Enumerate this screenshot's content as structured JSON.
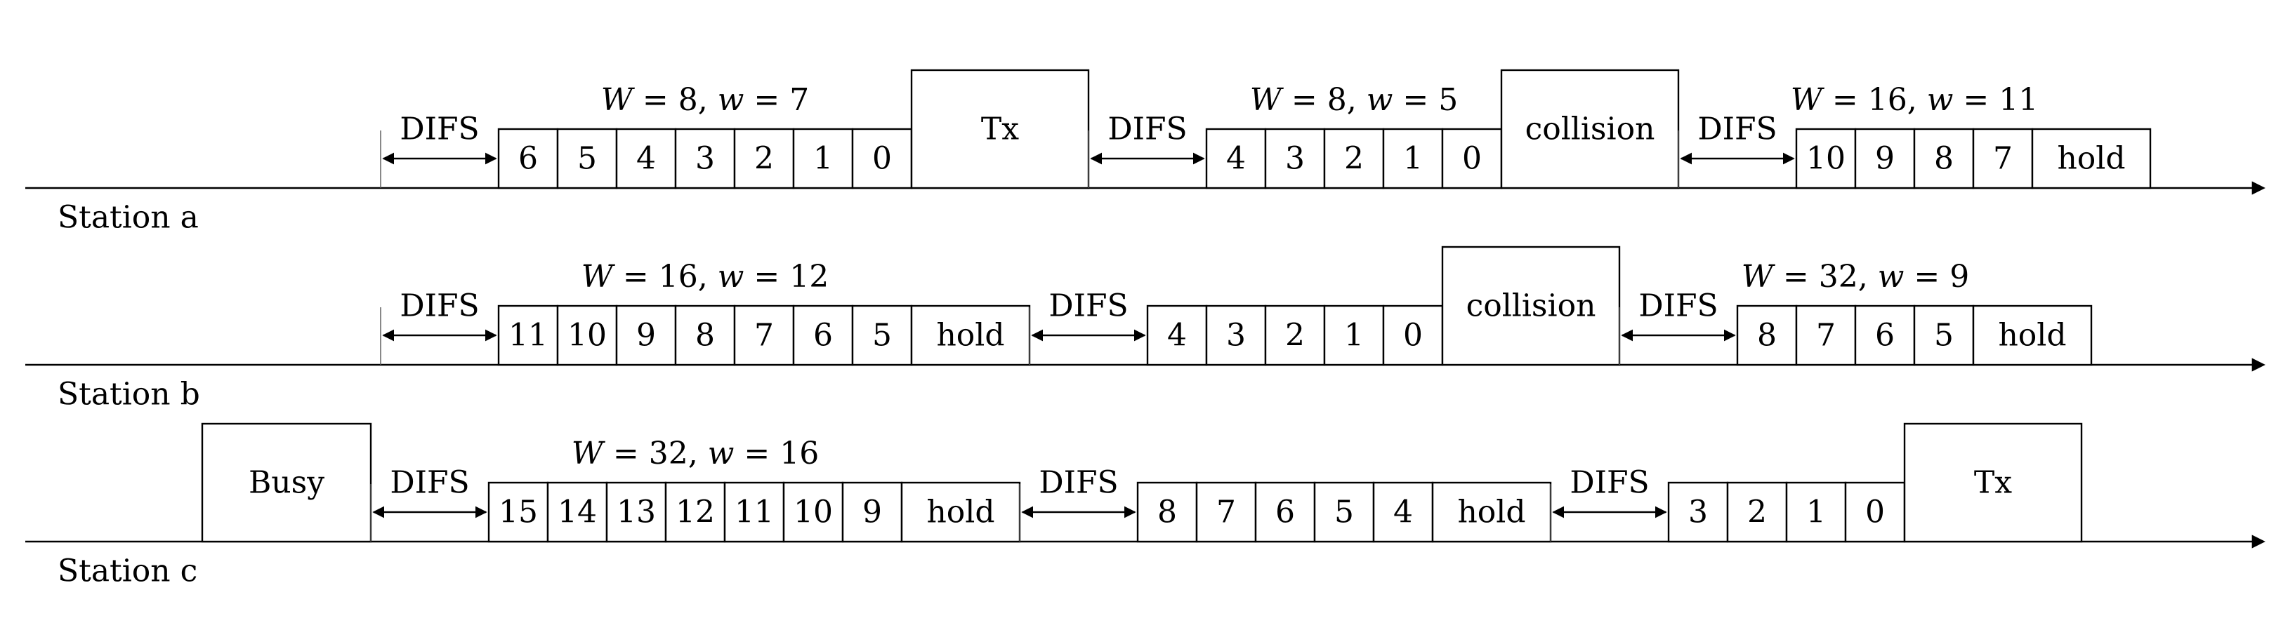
{
  "stations": [
    {
      "label": "Station a",
      "segments": [
        {
          "kind": "difs",
          "text": "DIFS"
        },
        {
          "kind": "window",
          "W": "8",
          "w": "7",
          "slots": [
            "6",
            "5",
            "4",
            "3",
            "2",
            "1",
            "0"
          ]
        },
        {
          "kind": "event",
          "text": "Tx"
        },
        {
          "kind": "difs",
          "text": "DIFS"
        },
        {
          "kind": "window",
          "W": "8",
          "w": "5",
          "slots": [
            "4",
            "3",
            "2",
            "1",
            "0"
          ]
        },
        {
          "kind": "event",
          "text": "collision"
        },
        {
          "kind": "difs",
          "text": "DIFS"
        },
        {
          "kind": "window",
          "W": "16",
          "w": "11",
          "slots": [
            "10",
            "9",
            "8",
            "7"
          ],
          "end": "hold"
        }
      ]
    },
    {
      "label": "Station b",
      "segments": [
        {
          "kind": "difs",
          "text": "DIFS"
        },
        {
          "kind": "window",
          "W": "16",
          "w": "12",
          "slots": [
            "11",
            "10",
            "9",
            "8",
            "7",
            "6",
            "5"
          ],
          "end": "hold"
        },
        {
          "kind": "difs",
          "text": "DIFS"
        },
        {
          "kind": "window",
          "slots": [
            "4",
            "3",
            "2",
            "1",
            "0"
          ]
        },
        {
          "kind": "event",
          "text": "collision"
        },
        {
          "kind": "difs",
          "text": "DIFS"
        },
        {
          "kind": "window",
          "W": "32",
          "w": "9",
          "slots": [
            "8",
            "7",
            "6",
            "5"
          ],
          "end": "hold"
        }
      ]
    },
    {
      "label": "Station c",
      "segments": [
        {
          "kind": "event",
          "text": "Busy"
        },
        {
          "kind": "difs",
          "text": "DIFS"
        },
        {
          "kind": "window",
          "W": "32",
          "w": "16",
          "slots": [
            "15",
            "14",
            "13",
            "12",
            "11",
            "10",
            "9"
          ],
          "end": "hold"
        },
        {
          "kind": "difs",
          "text": "DIFS"
        },
        {
          "kind": "window",
          "slots": [
            "8",
            "7",
            "6",
            "5",
            "4"
          ],
          "end": "hold"
        },
        {
          "kind": "difs",
          "text": "DIFS"
        },
        {
          "kind": "window",
          "slots": [
            "3",
            "2",
            "1",
            "0"
          ]
        },
        {
          "kind": "event",
          "text": "Tx"
        }
      ]
    }
  ]
}
